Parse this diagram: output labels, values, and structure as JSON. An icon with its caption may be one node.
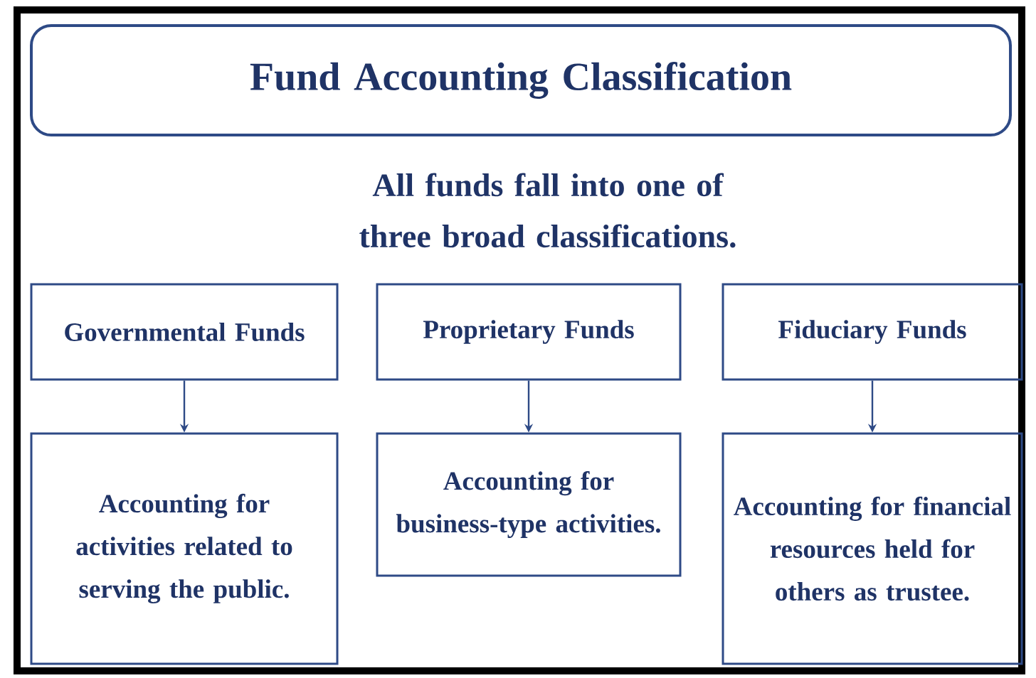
{
  "diagram": {
    "nodes": [
      {
        "text": [
          "Fund Accounting Classification"
        ]
      },
      {
        "text": [
          "Governmental Funds"
        ]
      },
      {
        "text": [
          "Proprietary Funds"
        ]
      },
      {
        "text": [
          "Fiduciary Funds"
        ]
      },
      {
        "text": [
          "Accounting for activities related to serving the public."
        ]
      },
      {
        "text": [
          "Accounting for business-type activities."
        ]
      },
      {
        "text": [
          "Accounting for financial resources held for others as trustee."
        ]
      }
    ],
    "edges": [
      {
        "from": 1,
        "to": 4,
        "arrow": "to"
      },
      {
        "from": 2,
        "to": 5,
        "arrow": "to"
      },
      {
        "from": 3,
        "to": 6,
        "arrow": "to"
      }
    ],
    "labels": [
      "All funds fall into one of three broad classifications."
    ]
  }
}
